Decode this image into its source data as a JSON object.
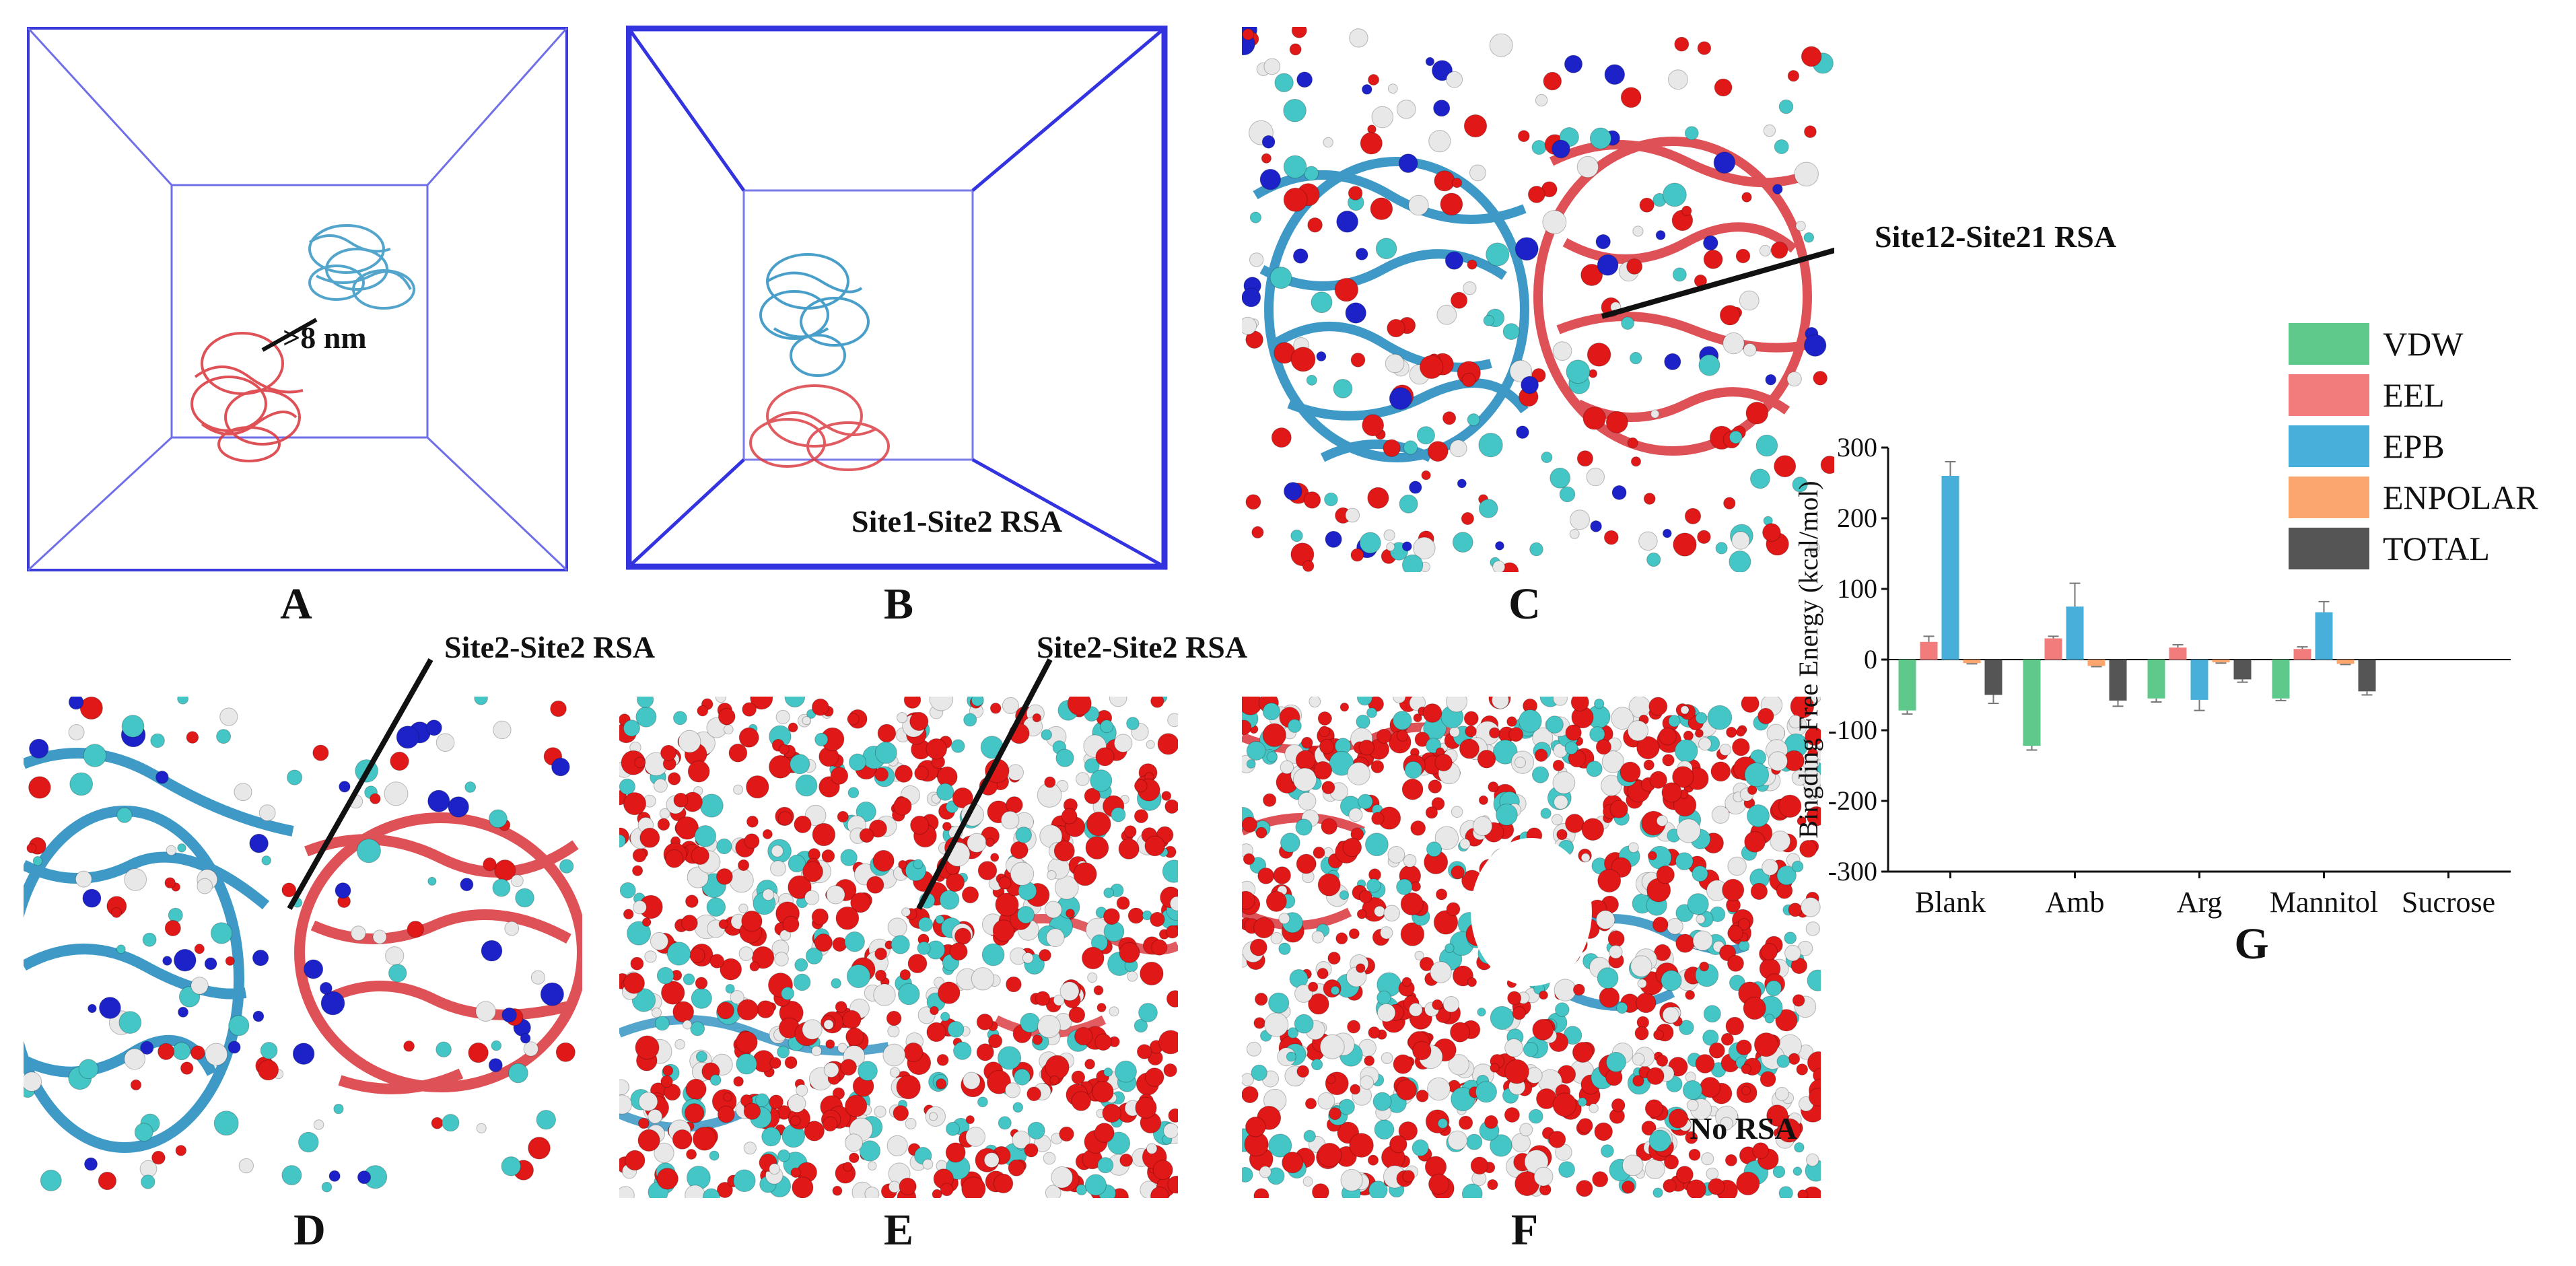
{
  "panels": {
    "A": {
      "letter": "A",
      "annotation": ">8 nm"
    },
    "B": {
      "letter": "B",
      "annotation": "Site1-Site2 RSA"
    },
    "C": {
      "letter": "C",
      "annotation": "Site12-Site21 RSA"
    },
    "D": {
      "letter": "D",
      "annotation": "Site2-Site2 RSA"
    },
    "E": {
      "letter": "E",
      "annotation": "Site2-Site2 RSA"
    },
    "F": {
      "letter": "F",
      "annotation": "No RSA"
    },
    "G": {
      "letter": "G"
    }
  },
  "colors": {
    "box_line": "#3b3bdc",
    "protein_red": "#d9343a",
    "protein_blue": "#2a8fc0",
    "atom_red": "#e01818",
    "atom_cyan": "#45c6c6",
    "atom_white": "#e8e8e8",
    "atom_blue": "#1c22c8"
  },
  "chart_data": {
    "type": "bar",
    "title": "",
    "xlabel": "",
    "ylabel": "Bingding Free Energy (kcal/mol)",
    "ylim": [
      -300,
      300
    ],
    "yticks": [
      300,
      200,
      100,
      0,
      -100,
      -200,
      -300
    ],
    "categories": [
      "Blank",
      "Amb",
      "Arg",
      "Mannitol",
      "Sucrose"
    ],
    "legend_position": "right",
    "series": [
      {
        "name": "VDW",
        "color": "#5ec98a",
        "values": [
          -72,
          -122,
          -55,
          -55,
          null
        ],
        "errors": [
          5,
          6,
          5,
          3,
          null
        ]
      },
      {
        "name": "EEL",
        "color": "#f27c7c",
        "values": [
          25,
          30,
          17,
          15,
          null
        ],
        "errors": [
          8,
          3,
          4,
          3,
          null
        ]
      },
      {
        "name": "EPB",
        "color": "#47afd9",
        "values": [
          260,
          75,
          -57,
          67,
          null
        ],
        "errors": [
          20,
          33,
          15,
          15,
          null
        ]
      },
      {
        "name": "ENPOLAR",
        "color": "#fba66e",
        "values": [
          -5,
          -9,
          -4,
          -6,
          null
        ],
        "errors": [
          1,
          1,
          1,
          1,
          null
        ]
      },
      {
        "name": "TOTAL",
        "color": "#555555",
        "values": [
          -50,
          -58,
          -28,
          -45,
          null
        ],
        "errors": [
          12,
          8,
          4,
          5,
          null
        ]
      }
    ]
  }
}
